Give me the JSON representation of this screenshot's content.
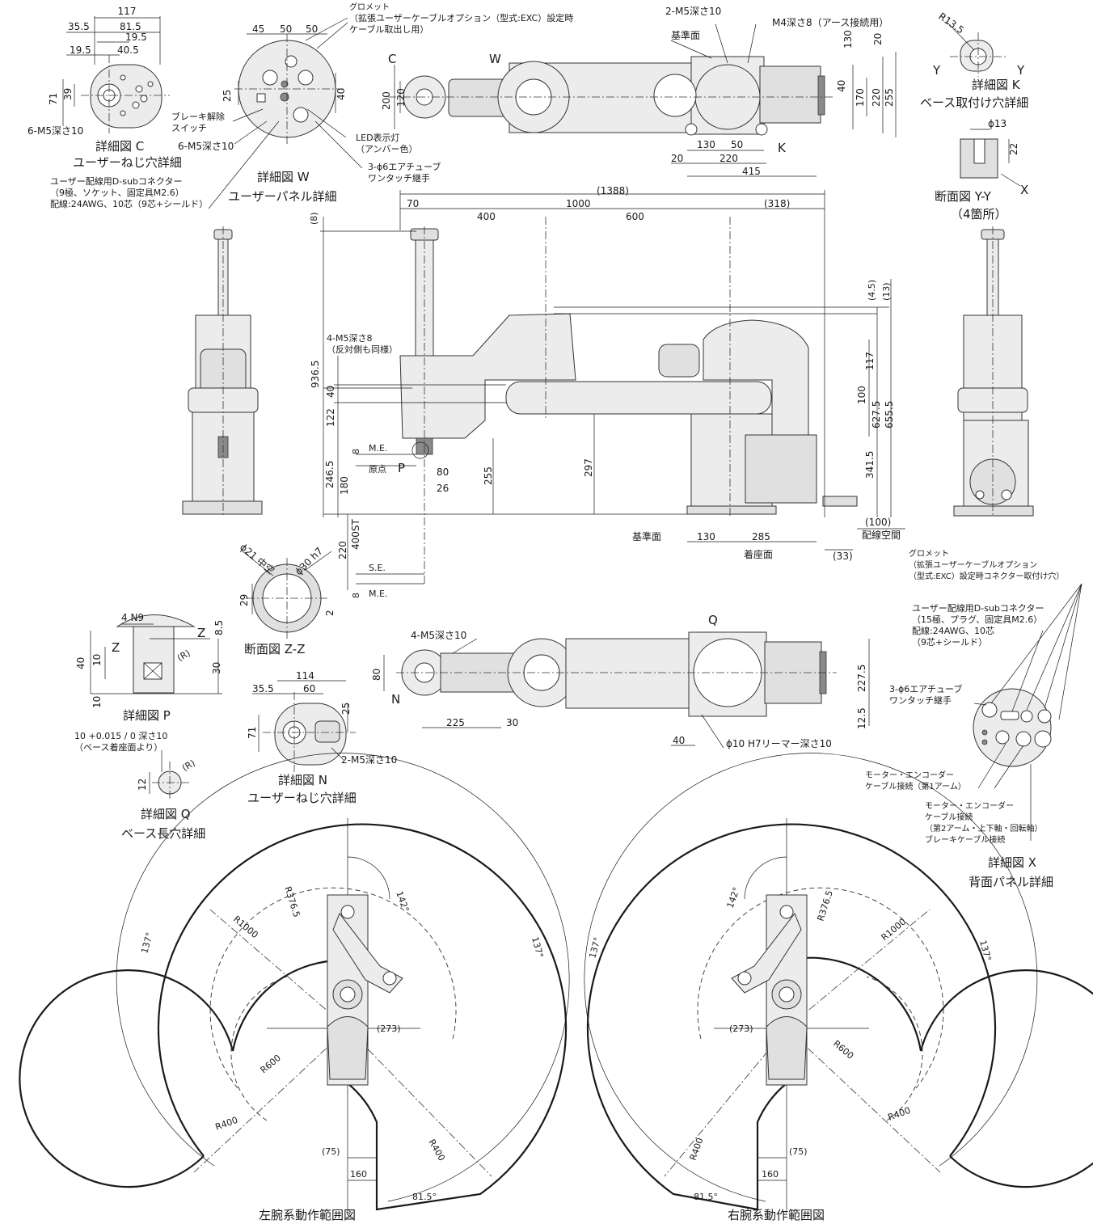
{
  "detail_c": {
    "dims": [
      "117",
      "35.5",
      "81.5",
      "19.5",
      "19.5",
      "40.5",
      "71",
      "39"
    ],
    "tap": "6-M5深さ10",
    "title": "詳細図 C",
    "subtitle": "ユーザーねじ穴詳細"
  },
  "detail_w": {
    "dims": [
      "45",
      "50",
      "50",
      "25",
      "40"
    ],
    "grommet": [
      "グロメット",
      "（拡張ユーザーケーブルオプション（型式:EXC）設定時",
      "ケーブル取出し用）"
    ],
    "brake": [
      "ブレーキ解除",
      "スイッチ"
    ],
    "tap": "6-M5深さ10",
    "led": [
      "LED表示灯",
      "（アンバー色）"
    ],
    "air": [
      "3-ϕ6エアチューブ",
      "ワンタッチ継手"
    ],
    "dsub": [
      "ユーザー配線用D-subコネクター",
      "（9極、ソケット、固定具M2.6）",
      "配線:24AWG、10芯（9芯+シールド）"
    ],
    "title": "詳細図 W",
    "subtitle": "ユーザーパネル詳細"
  },
  "top_view": {
    "label_c": "C",
    "label_w": "W",
    "label_k": "K",
    "tap_2": "2-M5深さ10",
    "tap_m4": "M4深さ8（アース接続用）",
    "ref": "基準面",
    "dims": [
      "200",
      "120",
      "130",
      "20",
      "40",
      "170",
      "220",
      "255",
      "130",
      "50",
      "20",
      "220",
      "415"
    ]
  },
  "detail_k": {
    "radius": "R13.5",
    "y1": "Y",
    "y2": "Y",
    "title": "詳細図 K",
    "subtitle": "ベース取付け穴詳細"
  },
  "section_yy": {
    "dia": "ϕ13",
    "depth": "22",
    "x": "X",
    "title": "断面図 Y-Y",
    "subtitle": "（4箇所）"
  },
  "side_view": {
    "top_dims": [
      "(1388)",
      "70",
      "1000",
      "(318)",
      "400",
      "600"
    ],
    "left_dims": [
      "(8)",
      "936.5",
      "40",
      "122",
      "246.5",
      "180",
      "400ST",
      "220",
      "8",
      "8"
    ],
    "right_dims": [
      "(4.5)",
      "(13)",
      "117",
      "100",
      "627.5",
      "655.5",
      "341.5"
    ],
    "tap": [
      "4-M5深さ8",
      "（反対側も同様）"
    ],
    "me": "M.E.",
    "origin": "原点",
    "p": "P",
    "se": "S.E.",
    "me2": "M.E.",
    "d80": "80",
    "d26": "26",
    "d255": "255",
    "d297": "297",
    "ref": "基準面",
    "d130": "130",
    "d285": "285",
    "seat": "着座面",
    "d33": "(33)",
    "d100": "(100)",
    "wiring": "配線空間"
  },
  "section_zz": {
    "d21": "ϕ21 中空",
    "d30": "ϕ30 h7",
    "d29": "29",
    "d2": "2",
    "title": "断面図 Z-Z"
  },
  "detail_p": {
    "n9": "4 N9",
    "z1": "Z",
    "z2": "Z",
    "d85": "8.5",
    "d40": "40",
    "d10a": "10",
    "d30": "30",
    "d10b": "10",
    "r": "(R)",
    "title": "詳細図 P"
  },
  "bottom_view": {
    "tap": "4-M5深さ10",
    "q": "Q",
    "n": "N",
    "d80": "80",
    "d225": "225",
    "d30": "30",
    "d2275": "227.5",
    "d125": "12.5",
    "d40": "40",
    "reamer": "ϕ10 H7リーマー深さ10"
  },
  "detail_n": {
    "d114": "114",
    "d355": "35.5",
    "d60": "60",
    "d25": "25",
    "d71": "71",
    "tap": "2-M5深さ10",
    "title": "詳細図 N",
    "subtitle": "ユーザーねじ穴詳細"
  },
  "detail_q": {
    "tol": "10 +0.015 / 0  深さ10",
    "base": "（ベース着座面より）",
    "d12": "12",
    "r": "(R)",
    "title": "詳細図 Q",
    "subtitle": "ベース長穴詳細"
  },
  "detail_x": {
    "grommet": [
      "グロメット",
      "（拡張ユーザーケーブルオプション",
      "（型式:EXC）設定時コネクター取付け穴）"
    ],
    "dsub": [
      "ユーザー配線用D-subコネクター",
      "（15極、プラグ、固定具M2.6）",
      "配線:24AWG、10芯",
      "（9芯+シールド）"
    ],
    "air": [
      "3-ϕ6エアチューブ",
      "ワンタッチ継手"
    ],
    "motor1": [
      "モーター・エンコーダー",
      "ケーブル接続（第1アーム）"
    ],
    "motor2": [
      "モーター・エンコーダー",
      "ケーブル接続",
      "（第2アーム・上下軸・回転軸）",
      "ブレーキケーブル接続"
    ],
    "title": "詳細図 X",
    "subtitle": "背面パネル詳細"
  },
  "range_left": {
    "a137l": "137°",
    "a137r": "137°",
    "a142": "142°",
    "r3765": "R376.5",
    "r1000": "R1000",
    "r600": "R600",
    "r400a": "R400",
    "r400b": "R400",
    "d273": "(273)",
    "d75": "(75)",
    "d160": "160",
    "a815": "81.5°",
    "title": "左腕系動作範囲図"
  },
  "range_right": {
    "a137l": "137°",
    "a137r": "137°",
    "a142": "142°",
    "r3765": "R376.5",
    "r1000": "R1000",
    "r600": "R600",
    "r400a": "R400",
    "r400b": "R400",
    "d273": "(273)",
    "d75": "(75)",
    "d160": "160",
    "a815": "81.5°",
    "title": "右腕系動作範囲図"
  }
}
